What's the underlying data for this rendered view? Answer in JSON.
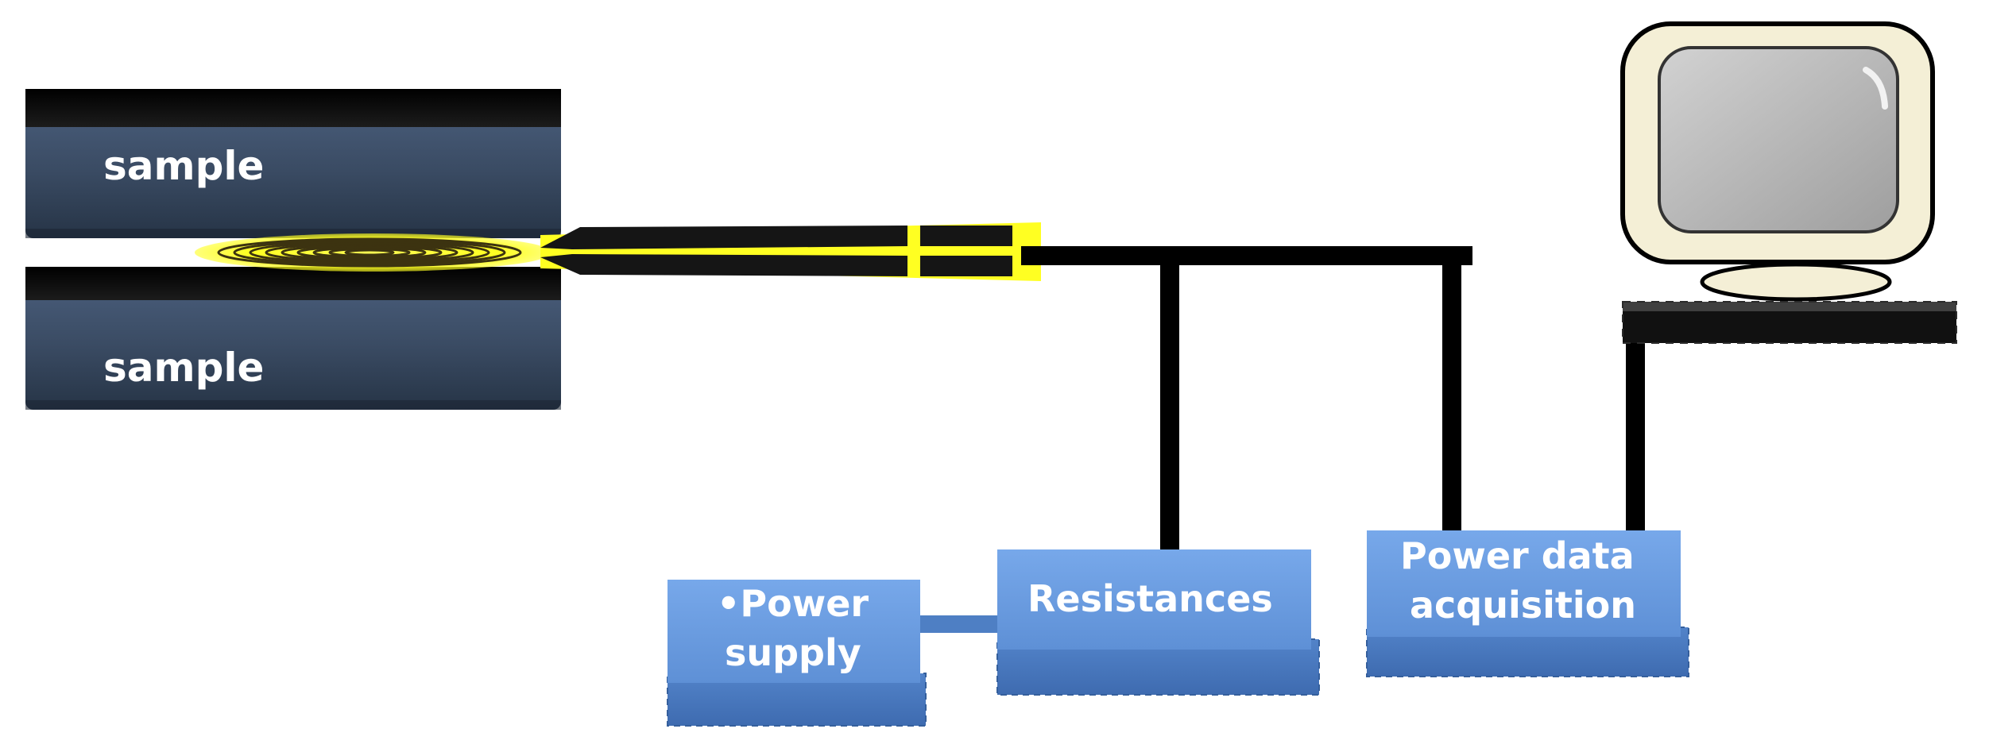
{
  "samples": {
    "top_label": "sample",
    "bottom_label": "sample"
  },
  "boxes": {
    "power_supply": {
      "line1": "•Power",
      "line2": "supply"
    },
    "resistances": {
      "label": "Resistances"
    },
    "power_data": {
      "line1": "Power data",
      "line2": "acquisition"
    }
  },
  "computer": {
    "icon": "monitor-icon"
  },
  "colors": {
    "sample_block": "#3d5068",
    "box_fill": "#6c9de0",
    "sensor_highlight": "#ffff22",
    "wire": "#000000",
    "monitor_frame": "#f4efd6",
    "monitor_screen": "#b9b9b9"
  }
}
